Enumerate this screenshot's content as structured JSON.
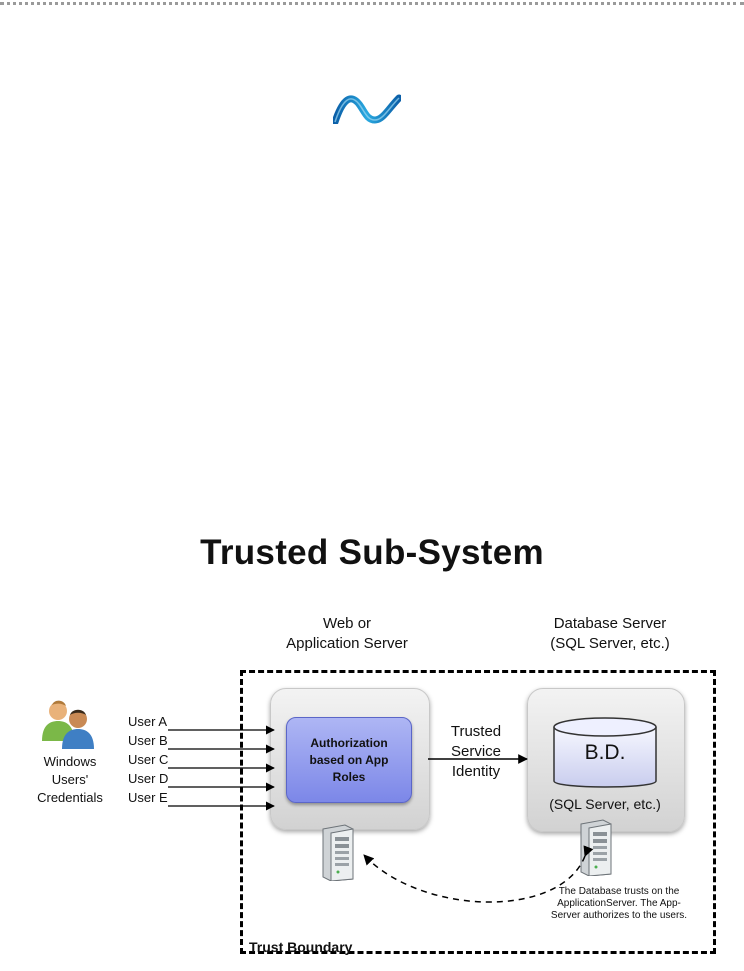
{
  "diagram": {
    "title": "Trusted Sub-System",
    "web_server_label": "Web or\nApplication Server",
    "db_server_label": "Database Server\n(SQL Server, etc.)",
    "users": [
      "User A",
      "User B",
      "User C",
      "User D",
      "User E"
    ],
    "users_caption": "Windows\nUsers'\nCredentials",
    "auth_box": "Authorization based on App Roles",
    "trusted_identity": "Trusted\nService\nIdentity",
    "db_label": "B.D.",
    "db_sub_label": "(SQL Server, etc.)",
    "trust_note": "The Database trusts on the ApplicationServer. The App-Server authorizes to the users.",
    "boundary_label": "Trust Boundary"
  },
  "colors": {
    "auth_fill": "#8e98ec",
    "box_gray": "#d9d9d9",
    "logo_blue": "#1f86c8"
  },
  "icons": {
    "logo": "dotnet-logo-icon",
    "users": "users-icon",
    "server": "server-tower-icon",
    "database": "database-cylinder-icon"
  }
}
